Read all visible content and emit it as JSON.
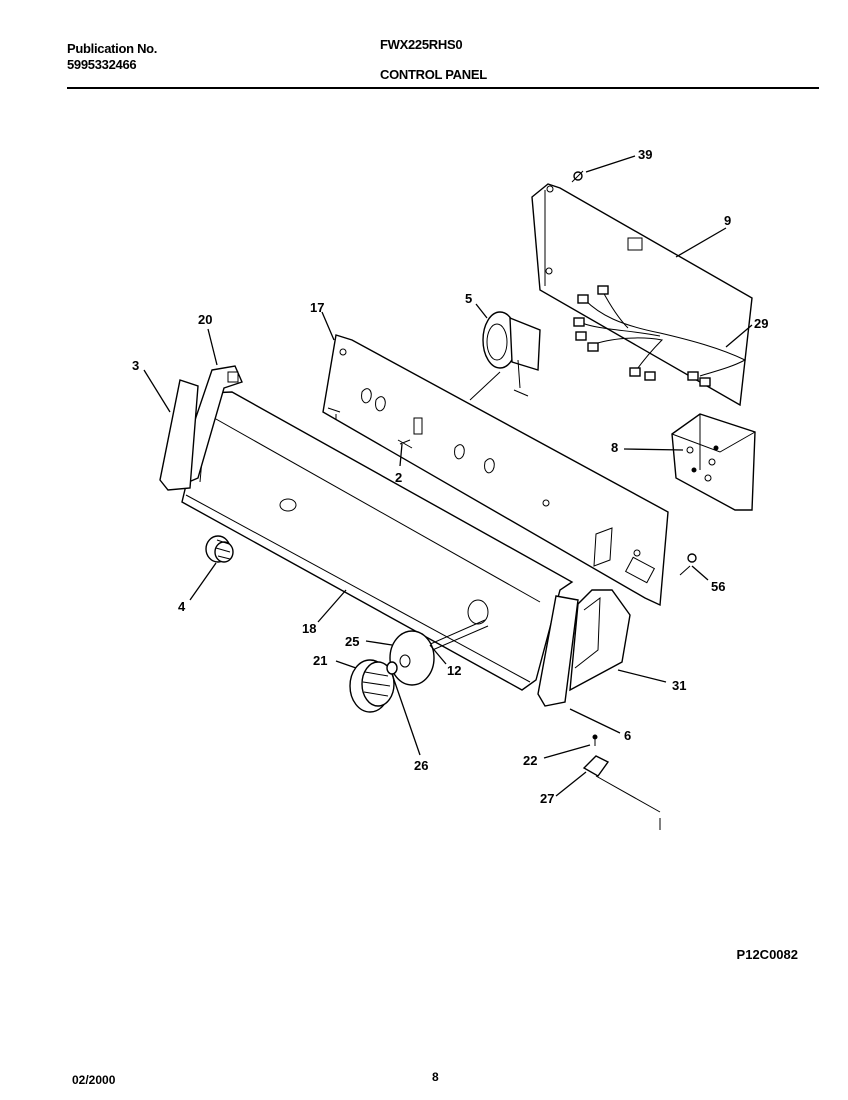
{
  "header": {
    "publication_label": "Publication No.",
    "publication_number": "5995332466",
    "model": "FWX225RHS0",
    "section_title": "CONTROL PANEL"
  },
  "footer": {
    "drawing_id": "P12C0082",
    "date": "02/2000",
    "page_number": "8"
  },
  "callouts": [
    "39",
    "9",
    "29",
    "17",
    "5",
    "20",
    "3",
    "8",
    "2",
    "56",
    "4",
    "18",
    "25",
    "21",
    "12",
    "31",
    "6",
    "22",
    "26",
    "27"
  ]
}
